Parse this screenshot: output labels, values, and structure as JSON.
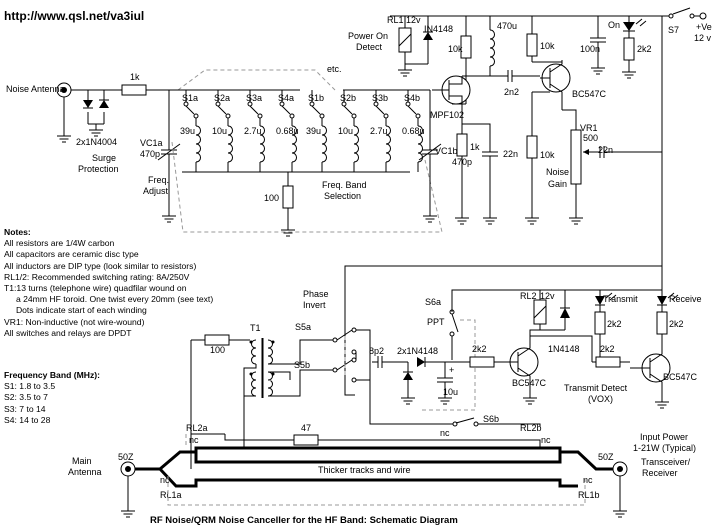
{
  "header": {
    "url": "http://www.qsl.net/va3iul"
  },
  "footer": {
    "title": "RF Noise/QRM Noise Canceller for the HF Band: Schematic Diagram"
  },
  "power": {
    "switch": "S7",
    "supply": "+Ve",
    "voltage": "12 v"
  },
  "input": {
    "noise_antenna": "Noise Antenna",
    "r_1k": "1k",
    "diodes": "2x1N4004",
    "surge1": "Surge",
    "surge2": "Protection",
    "etc": "etc."
  },
  "vc1a": {
    "name": "VC1a",
    "value": "470p",
    "adj1": "Freq.",
    "adj2": "Adjust"
  },
  "vc1b": {
    "name": "VC1b",
    "value": "470p"
  },
  "switches_a": [
    "S1a",
    "S2a",
    "S3a",
    "S4a"
  ],
  "switches_b": [
    "S1b",
    "S2b",
    "S3b",
    "S4b"
  ],
  "inductors": [
    "39u",
    "10u",
    "2.7u",
    "0.68u"
  ],
  "r100_mid": "100",
  "freq_sel": {
    "line1": "Freq. Band",
    "line2": "Selection"
  },
  "relay1": {
    "name": "RL1",
    "volt": "12v",
    "detect1": "Power On",
    "detect2": "Detect",
    "diode": "IN4148"
  },
  "amp": {
    "r10k_a": "10k",
    "r10k_b": "10k",
    "r10k_c": "10k",
    "l470": "470u",
    "c100n": "100n",
    "on_led": "On",
    "r2k2": "2k2",
    "fet": "MPF102",
    "cap2n2": "2n2",
    "r1k": "1k",
    "c22n": "22n",
    "bjt": "BC547C"
  },
  "vr1": {
    "name": "VR1",
    "value": "500",
    "cap": "22n",
    "label1": "Noise",
    "label2": "Gain"
  },
  "notes": {
    "heading": "Notes:",
    "lines": [
      "All resistors are 1/4W carbon",
      "All capacitors are ceramic disc type",
      "All inductors are DIP type (look similar to resistors)",
      "RL1/2: Recommended switching rating: 8A/250V",
      "T1:13 turns (telephone wire) quadfilar wound on",
      "     a 24mm HF toroid. One twist every 20mm (see text)",
      "     Dots indicate start of each winding",
      "VR1: Non-inductive (not wire-wound)",
      "All switches and relays are DPDT"
    ]
  },
  "bands": {
    "heading": "Frequency Band (MHz):",
    "lines": [
      "S1: 1.8 to 3.5",
      "S2: 3.5 to 7",
      "S3: 7 to 14",
      "S4: 14 to 28"
    ]
  },
  "phase": {
    "label1": "Phase",
    "label2": "Invert",
    "t1": "T1",
    "r100": "100",
    "s5a": "S5a",
    "s5b": "S5b"
  },
  "vox": {
    "s6a": "S6a",
    "ppt": "PPT",
    "c8p2": "8p2",
    "diodes": "2x1N4148",
    "r2k2": "2k2",
    "c10u": "10u",
    "bjt1": "BC547C",
    "relay": "RL2",
    "relay_v": "12v",
    "diode": "1N4148",
    "r2k2_a": "2k2",
    "r2k2_b": "2k2",
    "r2k2_c": "2k2",
    "transmit": "Transmit",
    "receive": "Receive",
    "bjt2": "BC547C",
    "detect1": "Transmit Detect",
    "detect2": "(VOX)",
    "s6b": "S6b",
    "nc": "nc"
  },
  "main": {
    "antenna1": "Main",
    "antenna2": "Antenna",
    "z1": "50Z",
    "z2": "50Z",
    "rl2a": "RL2a",
    "rl2b": "RL2b",
    "rl1a": "RL1a",
    "rl1b": "RL1b",
    "nc": "nc",
    "r47": "47",
    "thick": "Thicker tracks and wire",
    "pwr1": "Input Power",
    "pwr2": "1-21W (Typical)",
    "tx1": "Transceiver/",
    "tx2": "Receiver"
  }
}
